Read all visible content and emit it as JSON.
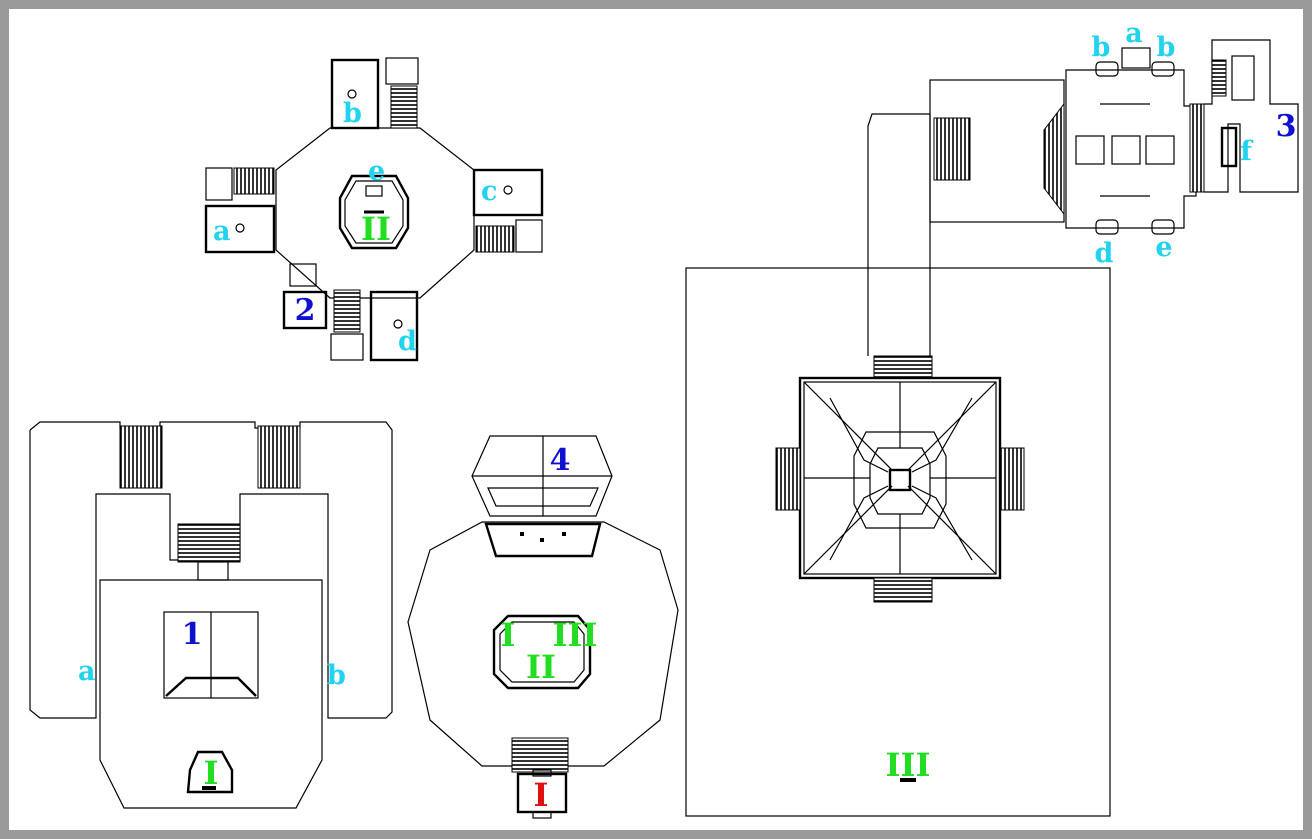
{
  "colors": {
    "frame": "#9a9a9a",
    "background": "#ffffff",
    "lines": "#000000",
    "letter_label": "#22d3f0",
    "number_label": "#1010d0",
    "roman_label": "#22dd22",
    "start_label": "#e01010"
  },
  "map": {
    "octagon": {
      "rooms": [
        "a",
        "b",
        "c",
        "d",
        "e"
      ],
      "center": "II",
      "number": "2"
    },
    "west_hall": {
      "sides": [
        "a",
        "b"
      ],
      "number": "1",
      "marker": "I"
    },
    "round_hall": {
      "number": "4",
      "markers": [
        "I",
        "III",
        "II"
      ],
      "start": "I"
    },
    "temple": {
      "rooms": [
        "a",
        "b",
        "b",
        "d",
        "e",
        "f"
      ],
      "number": "3"
    },
    "courtyard": {
      "marker": "III"
    }
  }
}
